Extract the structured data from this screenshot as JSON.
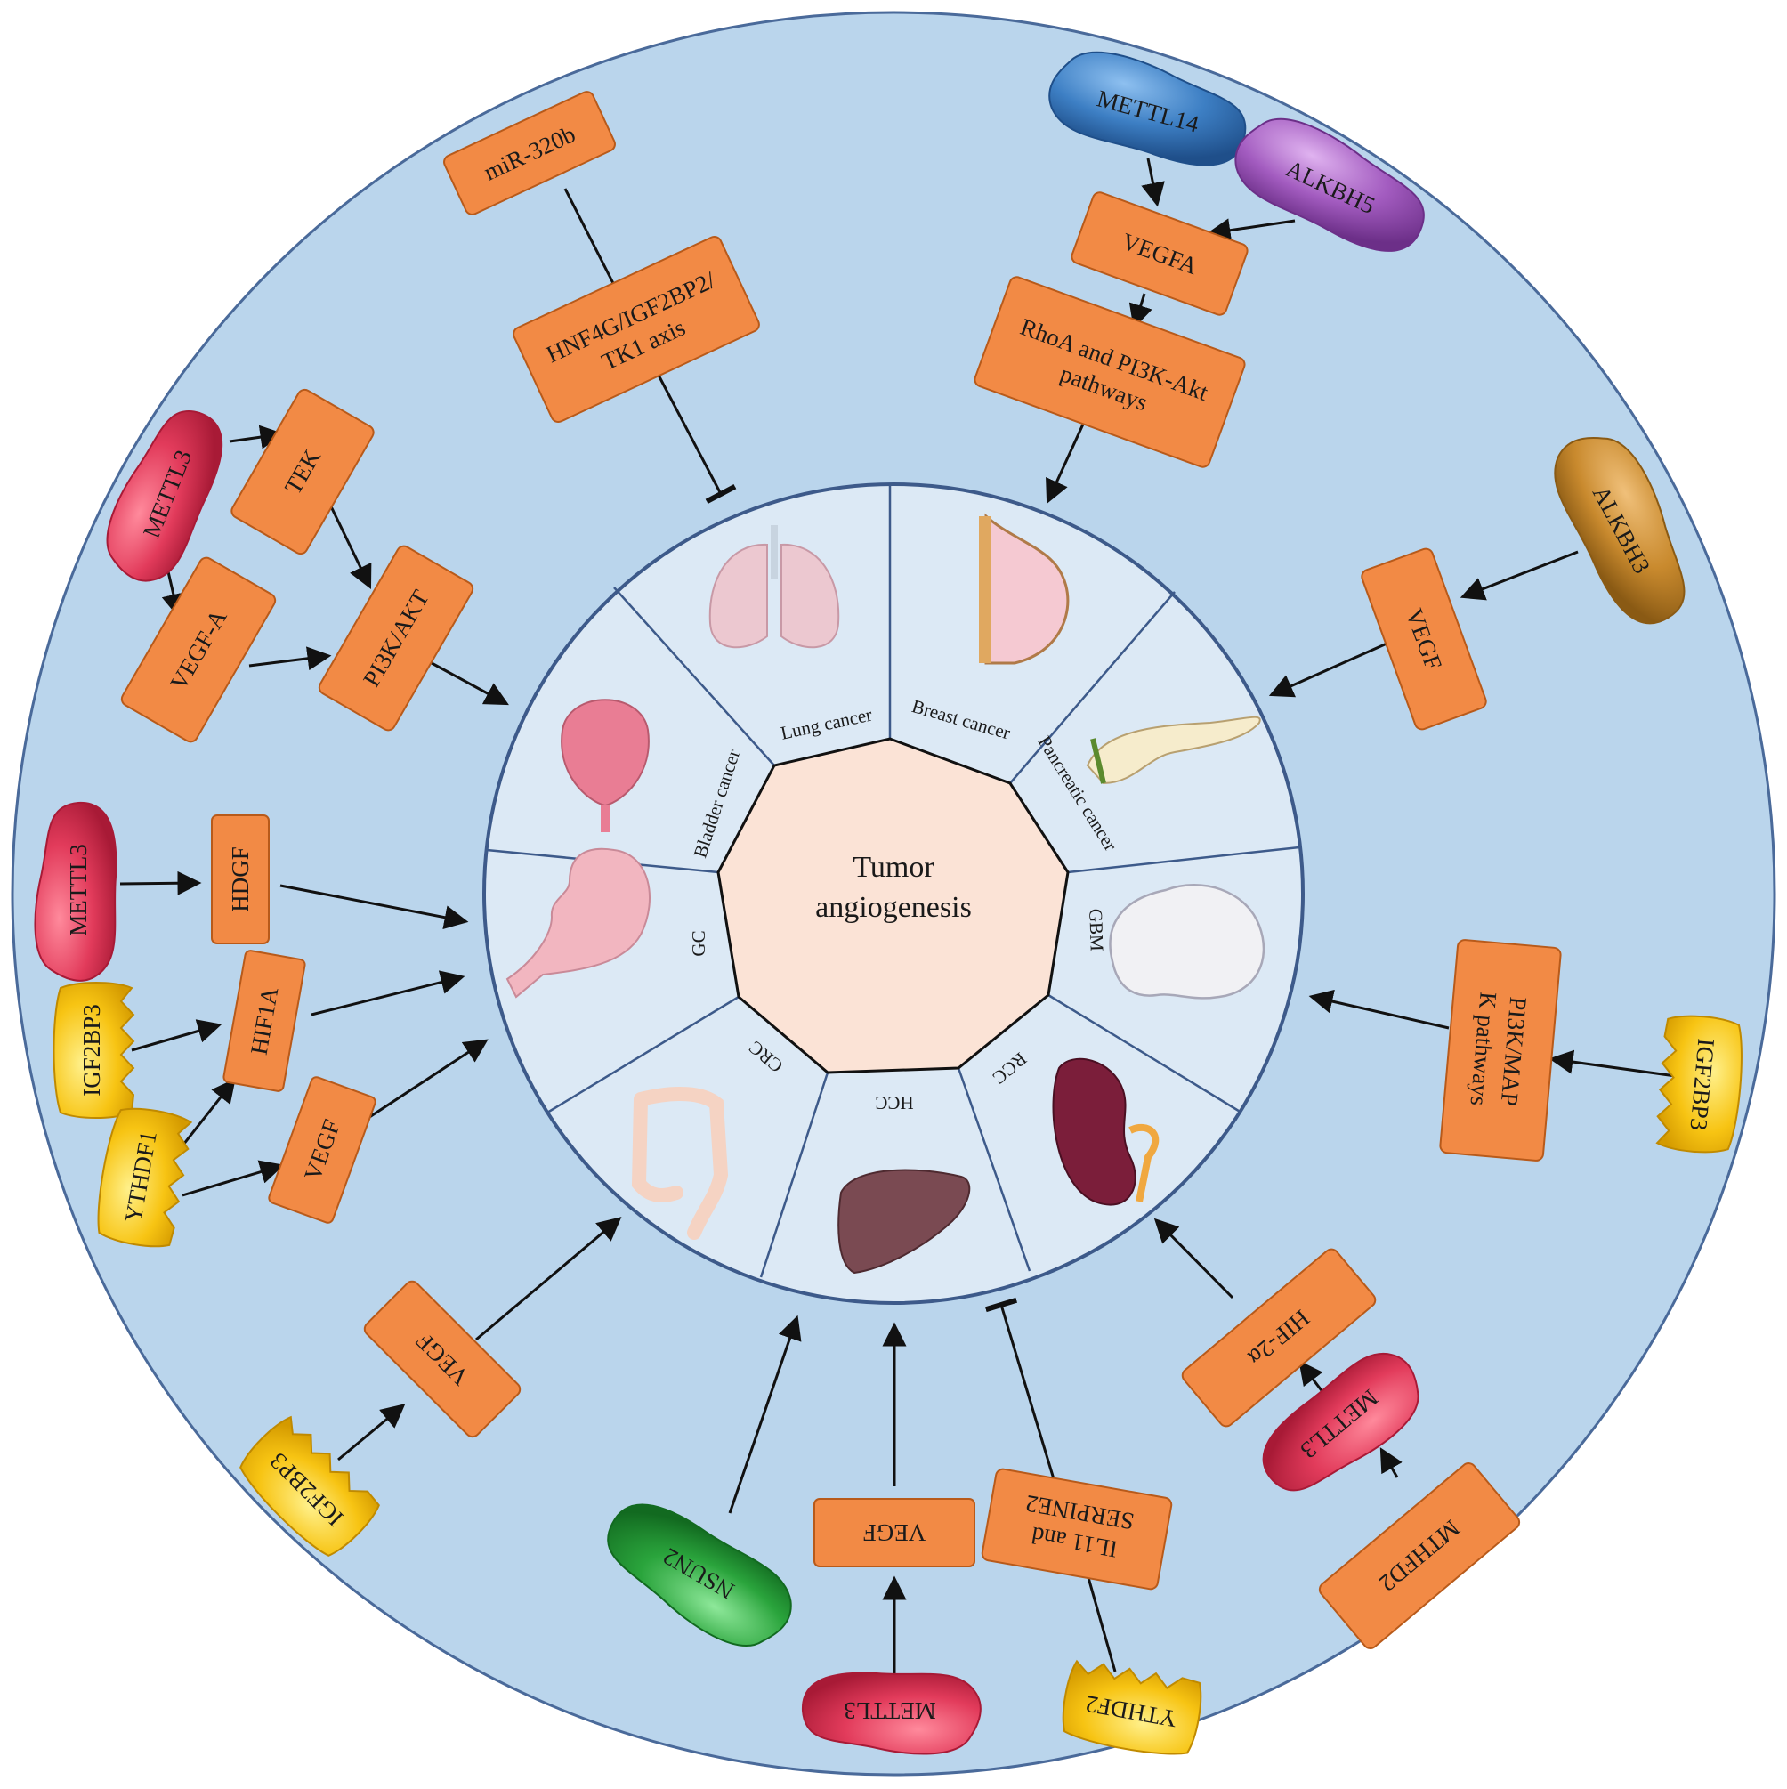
{
  "center": {
    "line1": "Tumor",
    "line2": "angiogenesis"
  },
  "organs": [
    {
      "key": "lung",
      "label": "Lung  cancer"
    },
    {
      "key": "breast",
      "label": "Breast cancer"
    },
    {
      "key": "pancreatic",
      "label": "Pancreatic cancer"
    },
    {
      "key": "gbm",
      "label": "GBM"
    },
    {
      "key": "rcc",
      "label": "RCC"
    },
    {
      "key": "hcc",
      "label": "HCC"
    },
    {
      "key": "crc",
      "label": "CRC"
    },
    {
      "key": "gc",
      "label": "GC"
    },
    {
      "key": "bladder",
      "label": "Bladder cancer"
    }
  ],
  "boxes": {
    "mir320b": "miR-320b",
    "hnf4g_line1": "HNF4G/IGF2BP2/",
    "hnf4g_line2": "TK1 axis",
    "vegfa_top": "VEGFA",
    "rhoa_line1": "RhoA and PI3K-Akt",
    "rhoa_line2": "pathways",
    "tek": "TEK",
    "vegf_a": "VEGF-A",
    "pi3k_akt": "PI3K/AKT",
    "vegf_pancreatic": "VEGF",
    "hdgf": "HDGF",
    "hif1a": "HIF1A",
    "vegf_gc": "VEGF",
    "pi3k_map_line1": "PI3K/MAP",
    "pi3k_map_line2": "K pathways",
    "vegf_crc": "VEGF",
    "hif2a": "HIF-2α",
    "vegf_hcc": "VEGF",
    "il11_line1": "IL11 and",
    "il11_line2": "SERPINE2",
    "mthfd2": "MTHFD2"
  },
  "regulators": {
    "mettl14": "METTL14",
    "alkbh5": "ALKBH5",
    "alkbh3": "ALKBH3",
    "mettl3_bladder": "METTL3",
    "mettl3_gc": "METTL3",
    "igf2bp3_gc": "IGF2BP3",
    "ythdf1": "YTHDF1",
    "igf2bp3_gbm": "IGF2BP3",
    "igf2bp3_crc": "IGF2BP3",
    "nsun2": "NSUN2",
    "mettl3_hcc": "METTL3",
    "ythdf2": "YTHDF2",
    "mettl3_rcc": "METTL3"
  },
  "colors": {
    "outer_ring": "#bad5ec",
    "inner_ring": "#dce9f5",
    "ring_border": "#3d5a8a",
    "center_fill": "#fbe3d6",
    "box_fill": "#f28a45",
    "box_border": "#b85a1a",
    "writer_red": "#e23b5b",
    "reader_yellow": "#f7c413",
    "eraser_purple": "#a35cc0",
    "eraser_brown": "#c98a2e",
    "writer_blue": "#3d7fc4",
    "writer_green": "#2aa43c"
  }
}
